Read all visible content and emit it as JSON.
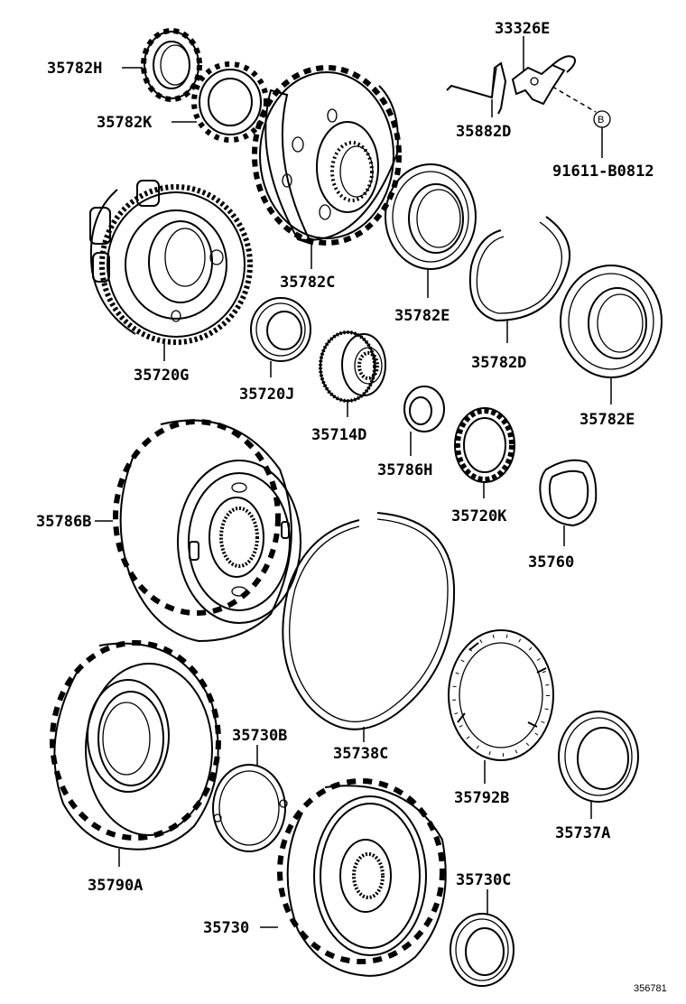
{
  "parts": [
    {
      "id": "35782H",
      "label": "35782H"
    },
    {
      "id": "35782K",
      "label": "35782K"
    },
    {
      "id": "35782C",
      "label": "35782C"
    },
    {
      "id": "33326E",
      "label": "33326E"
    },
    {
      "id": "35882D",
      "label": "35882D"
    },
    {
      "id": "91611-B0812",
      "label": "91611-B0812",
      "marker": "B"
    },
    {
      "id": "35720G",
      "label": "35720G"
    },
    {
      "id": "35782E-a",
      "label": "35782E"
    },
    {
      "id": "35782D",
      "label": "35782D"
    },
    {
      "id": "35782E-b",
      "label": "35782E"
    },
    {
      "id": "35720J",
      "label": "35720J"
    },
    {
      "id": "35714D",
      "label": "35714D"
    },
    {
      "id": "35786H",
      "label": "35786H"
    },
    {
      "id": "35720K",
      "label": "35720K"
    },
    {
      "id": "35760",
      "label": "35760"
    },
    {
      "id": "35786B",
      "label": "35786B"
    },
    {
      "id": "35738C",
      "label": "35738C"
    },
    {
      "id": "35792B",
      "label": "35792B"
    },
    {
      "id": "35737A",
      "label": "35737A"
    },
    {
      "id": "35730B",
      "label": "35730B"
    },
    {
      "id": "35790A",
      "label": "35790A"
    },
    {
      "id": "35730C",
      "label": "35730C"
    },
    {
      "id": "35730",
      "label": "35730"
    }
  ],
  "bolt_marker": "B",
  "figure_id": "356781"
}
